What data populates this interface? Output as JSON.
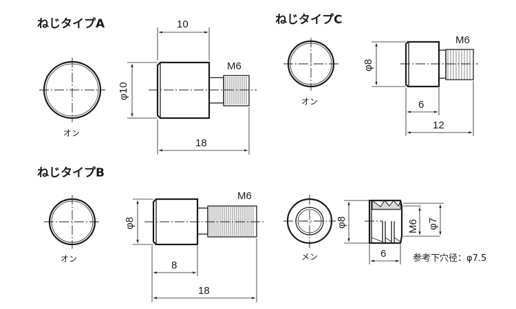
{
  "drawing": {
    "type_a": {
      "title": "ねじタイプA",
      "end_view_label": "オン",
      "diameter": "φ10",
      "head_length": "10",
      "total_length": "18",
      "thread": "M6"
    },
    "type_c": {
      "title": "ねじタイプC",
      "end_view_label": "オン",
      "diameter": "φ8",
      "head_length": "6",
      "total_length": "12",
      "thread": "M6"
    },
    "type_b": {
      "title": "ねじタイプB",
      "end_view_label": "オン",
      "diameter": "φ8",
      "head_length": "8",
      "total_length": "18",
      "thread": "M6"
    },
    "insert": {
      "end_view_label": "メン",
      "diameter": "φ8",
      "length": "6",
      "thread": "M6",
      "inner_diameter": "φ7",
      "note": "参考下穴径：φ7.5"
    }
  }
}
